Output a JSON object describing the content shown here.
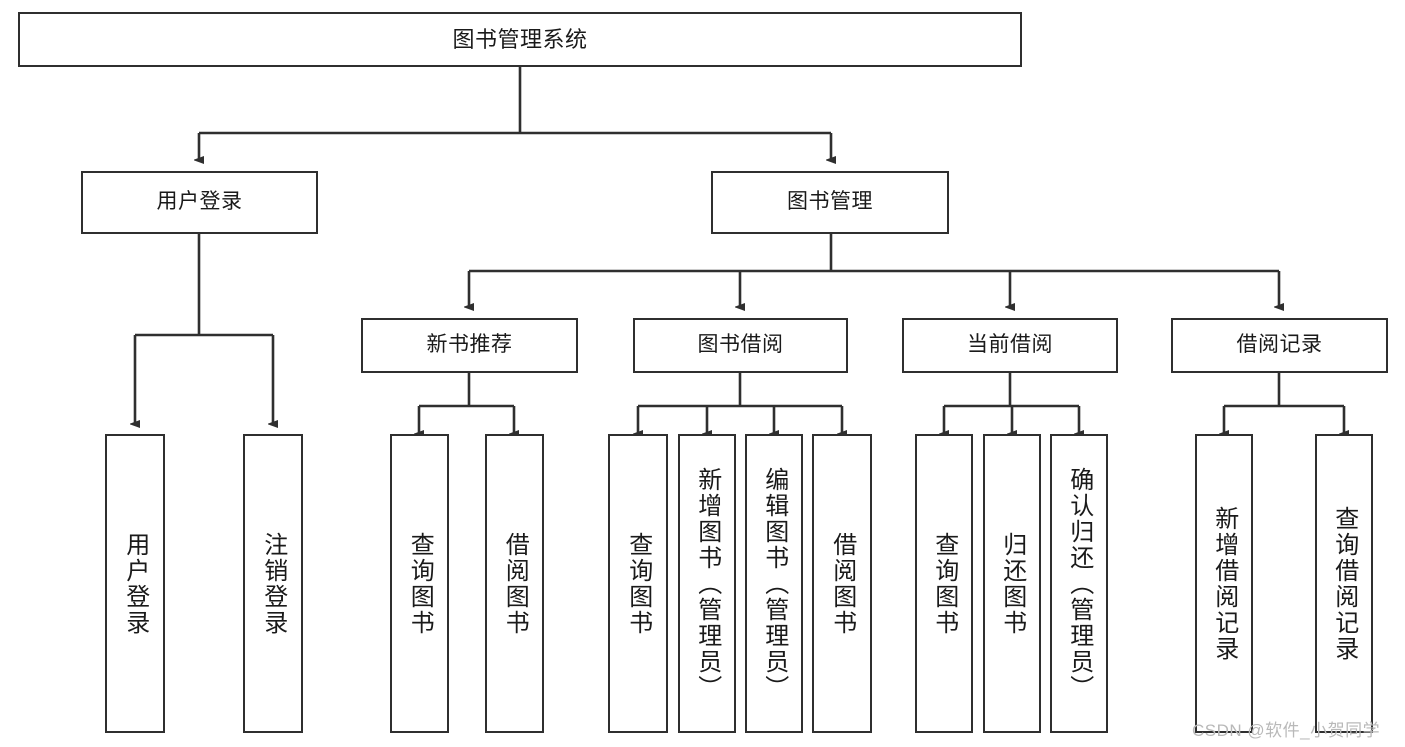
{
  "diagram": {
    "title": "图书管理系统",
    "root": {
      "label": "图书管理系统"
    },
    "level1": [
      {
        "label": "用户登录"
      },
      {
        "label": "图书管理"
      }
    ],
    "level2": [
      {
        "label": "新书推荐"
      },
      {
        "label": "图书借阅"
      },
      {
        "label": "当前借阅"
      },
      {
        "label": "借阅记录"
      }
    ],
    "leaves": {
      "user_login": [
        {
          "label": "用户登录"
        },
        {
          "label": "注销登录"
        }
      ],
      "new_book_recommend": [
        {
          "label": "查询图书"
        },
        {
          "label": "借阅图书"
        }
      ],
      "book_borrow": [
        {
          "label": "查询图书"
        },
        {
          "label": "新增图书（管理员）"
        },
        {
          "label": "编辑图书（管理员）"
        },
        {
          "label": "借阅图书"
        }
      ],
      "current_borrow": [
        {
          "label": "查询图书"
        },
        {
          "label": "归还图书"
        },
        {
          "label": "确认归还（管理员）"
        }
      ],
      "borrow_record": [
        {
          "label": "新增借阅记录"
        },
        {
          "label": "查询借阅记录"
        }
      ]
    }
  },
  "watermark": {
    "text": "CSDN @软件_小贺同学"
  },
  "colors": {
    "stroke": "#2f2f2f",
    "box_fill": "#ffffff",
    "text": "#1a1a1a",
    "watermark": "#b9b9b9"
  }
}
